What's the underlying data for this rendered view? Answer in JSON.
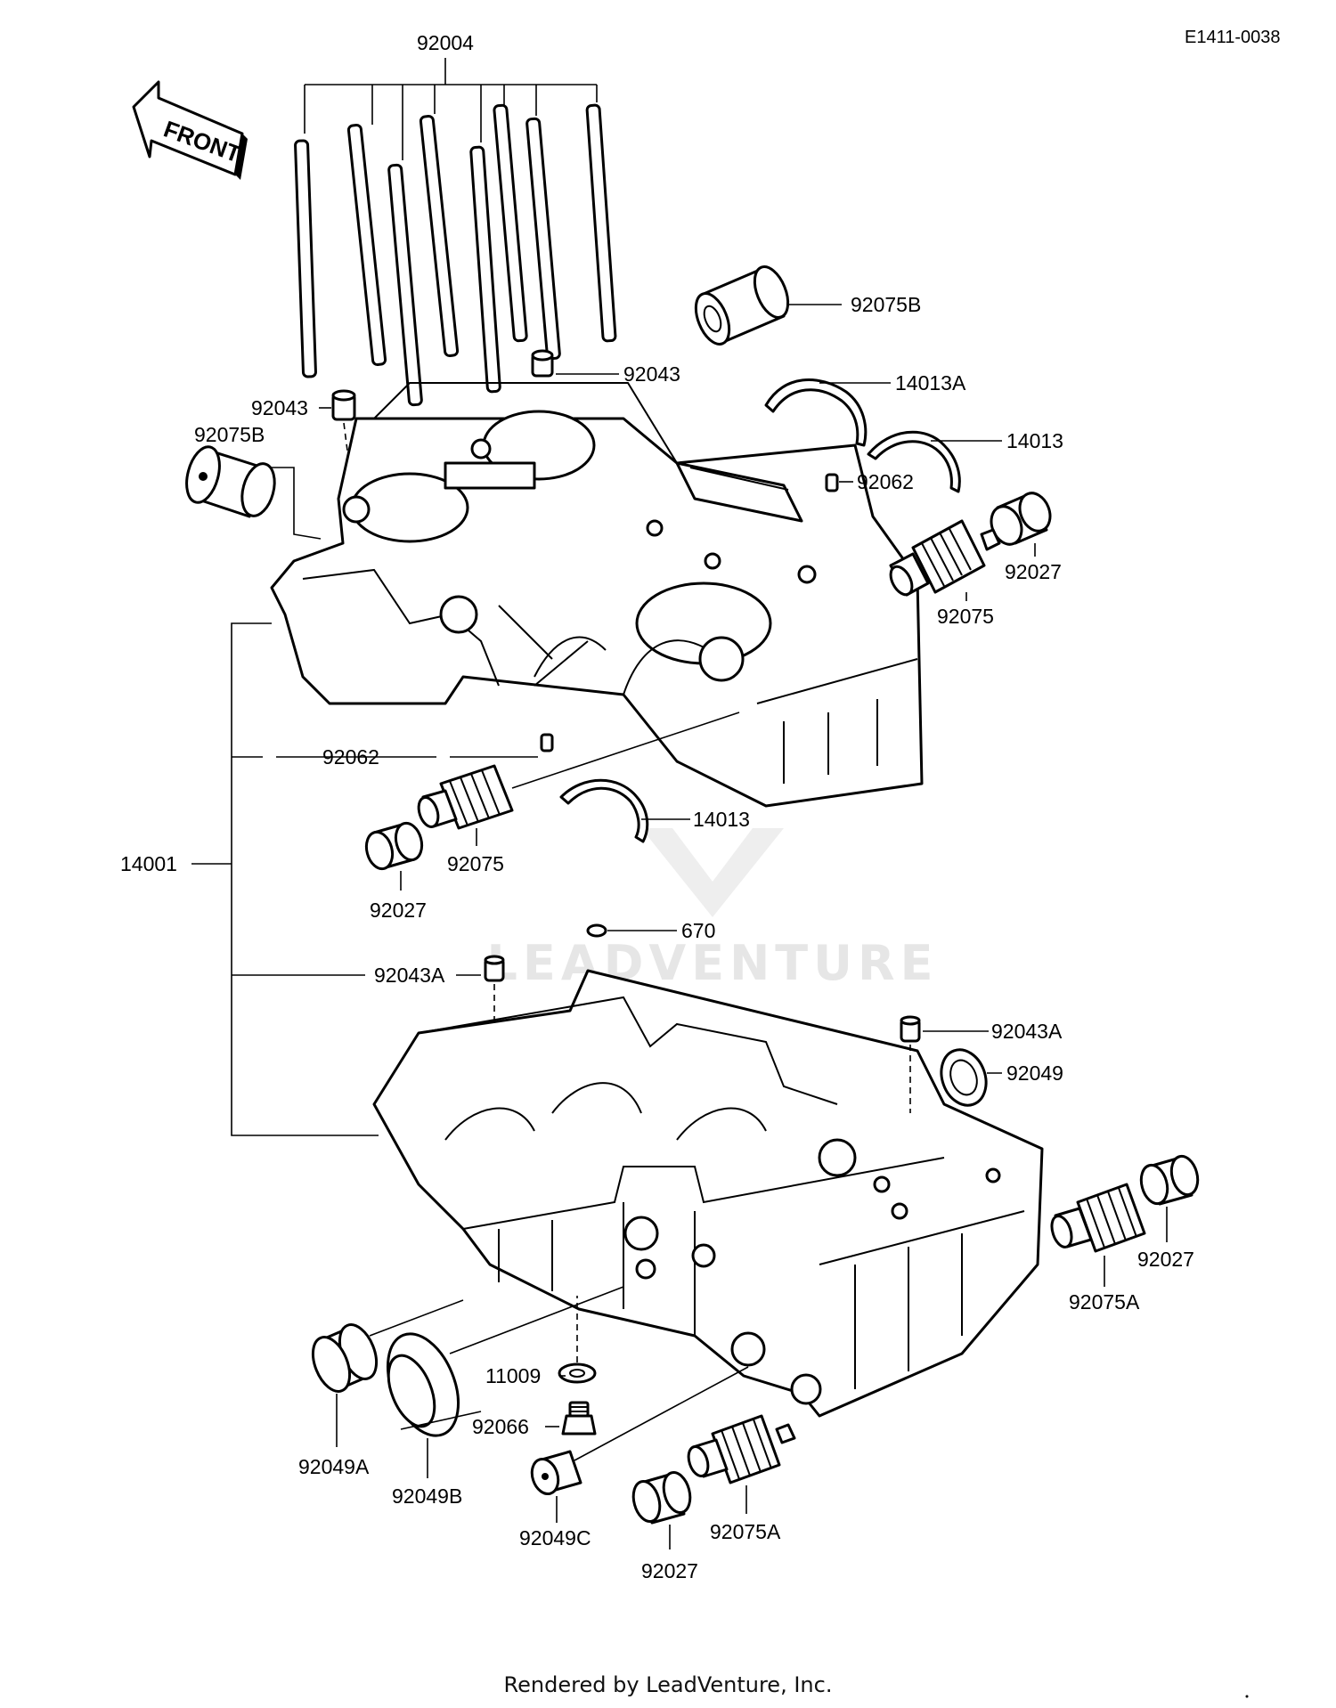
{
  "diagram_code": "E1411-0038",
  "front_arrow_label": "FRONT",
  "watermark": "LEADVENTURE",
  "footer": "Rendered by LeadVenture, Inc.",
  "labels": {
    "studs": "92004",
    "bushing_top": "92075B",
    "dowel_upper_right": "92043",
    "dowel_upper_left": "92043",
    "bushing_left": "92075B",
    "shell_14013A": "14013A",
    "shell_14013_right": "14013",
    "dowel_pin_right": "92062",
    "ring_right_upper": "92027",
    "bearing_right_upper": "92075",
    "dowel_pin_left": "92062",
    "shell_14013_center": "14013",
    "bearing_left_upper": "92075",
    "ring_left_upper": "92027",
    "crankcase_assy": "14001",
    "oring_670": "670",
    "dowel_lower_left": "92043A",
    "dowel_lower_right": "92043A",
    "seal_right": "92049",
    "bearing_right_lower": "92075A",
    "ring_right_lower": "92027",
    "seal_a": "92049A",
    "seal_b": "92049B",
    "gasket_11009": "11009",
    "plug_92066": "92066",
    "seal_c": "92049C",
    "ring_bottom": "92027",
    "bearing_bottom": "92075A"
  }
}
